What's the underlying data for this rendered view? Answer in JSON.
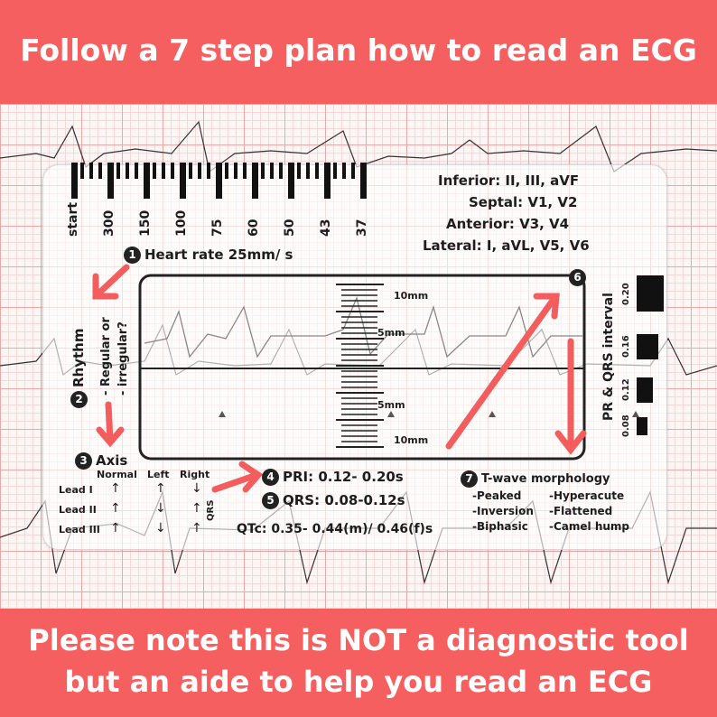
{
  "top_banner": {
    "text": "Follow a 7 step plan how to read an ECG"
  },
  "bottom_banner": {
    "line1": "Please note this is NOT a diagnostic tool",
    "line2": "but an aide to help you read an ECG"
  },
  "ruler": {
    "labels": [
      "start",
      "300",
      "150",
      "100",
      "75",
      "60",
      "50",
      "43",
      "37"
    ]
  },
  "leads": {
    "inferior": "Inferior: II, III, aVF",
    "septal": "Septal: V1, V2",
    "anterior": "Anterior: V3, V4",
    "lateral": "Lateral: I, aVL, V5, V6"
  },
  "steps": {
    "s1_num": "1",
    "s1_label": "Heart rate 25mm/ s",
    "s2_num": "2",
    "s2_label": "Rhythm",
    "s2_sub1": "- Regular or",
    "s2_sub2": "- irregular?",
    "s3_num": "3",
    "s3_label": "Axis",
    "s4_num": "4",
    "s4_label": "PRI: 0.12- 0.20s",
    "s5_num": "5",
    "s5_label": "QRS: 0.08-0.12s",
    "s6_num": "6",
    "s7_num": "7",
    "s7_label": "T-wave morphology"
  },
  "axis_table": {
    "headers": [
      "Normal",
      "Left",
      "Right"
    ],
    "rows": [
      "Lead I",
      "Lead II",
      "Lead III"
    ],
    "qrs": "QRS",
    "arrows": [
      [
        "↑",
        "↑",
        "↓"
      ],
      [
        "↑",
        "↓",
        "↑"
      ],
      [
        "↑",
        "↓",
        "↑"
      ]
    ]
  },
  "qtc": "QTc: 0.35- 0.44(m)/ 0.46(f)s",
  "twave": {
    "col1": [
      "-Peaked",
      "-Inversion",
      "-Biphasic"
    ],
    "col2": [
      "-Hyperacute",
      "-Flattened",
      "-Camel hump"
    ]
  },
  "scale": {
    "top": "10mm",
    "mid_top": "5mm",
    "mid_bottom": "5mm",
    "bottom": "10mm"
  },
  "interval": {
    "title": "PR & QRS interval",
    "values": [
      "0.20",
      "0.16",
      "0.12",
      "0.08"
    ]
  },
  "colors": {
    "banner": "#f55f5f",
    "arrow": "#f35d5d",
    "grid": "#eca7a7"
  }
}
